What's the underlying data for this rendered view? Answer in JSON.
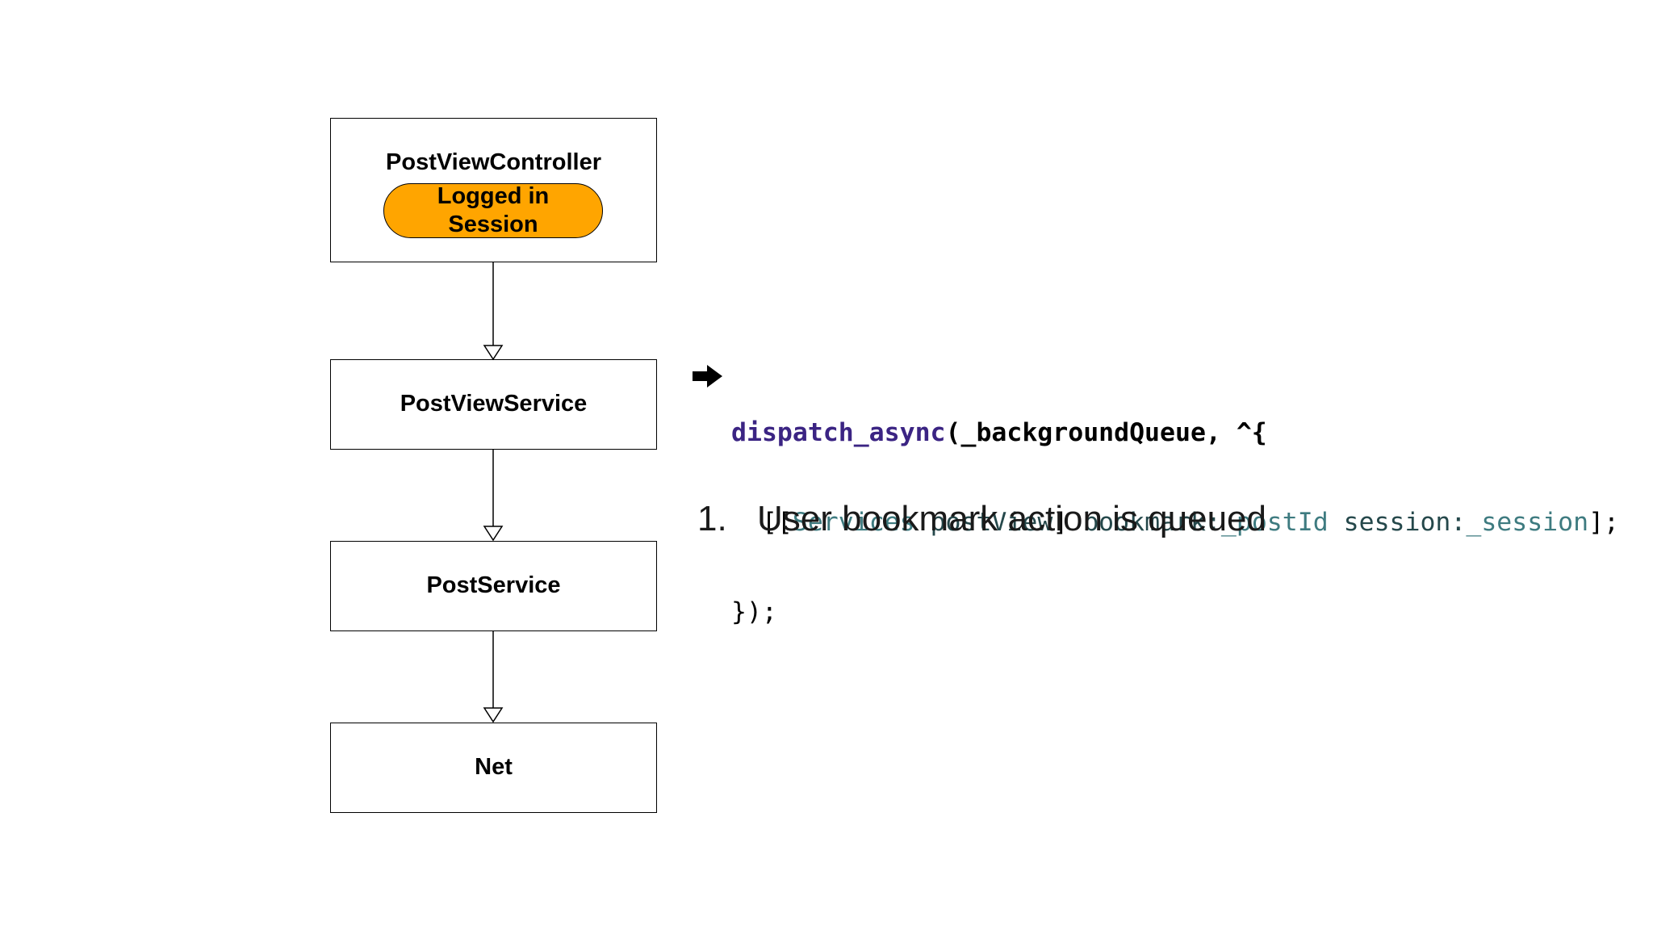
{
  "diagram": {
    "boxes": [
      {
        "id": "post-view-controller",
        "label": "PostViewController",
        "badge": [
          "Logged in",
          "Session"
        ]
      },
      {
        "id": "post-view-service",
        "label": "PostViewService"
      },
      {
        "id": "post-service",
        "label": "PostService"
      },
      {
        "id": "net",
        "label": "Net"
      }
    ],
    "badge_color": "#ffa500",
    "edges": [
      {
        "from": "post-view-controller",
        "to": "post-view-service"
      },
      {
        "from": "post-view-service",
        "to": "post-service"
      },
      {
        "from": "post-service",
        "to": "net"
      }
    ]
  },
  "code": {
    "pointer_icon": "right-arrow-icon",
    "line1": {
      "fn": "dispatch_async",
      "rest": "(_backgroundQueue, ^{"
    },
    "line2": {
      "indent": "  ",
      "open": "[[",
      "cls": "Services",
      "m1": "postView",
      "close1": "] ",
      "m2": "bookmark:",
      "v1": "_postId",
      "m3": "session:",
      "v2": "_session",
      "end": "];"
    },
    "line3": "});"
  },
  "steps": [
    {
      "number": "1.",
      "text": "User bookmark action is queued"
    }
  ]
}
